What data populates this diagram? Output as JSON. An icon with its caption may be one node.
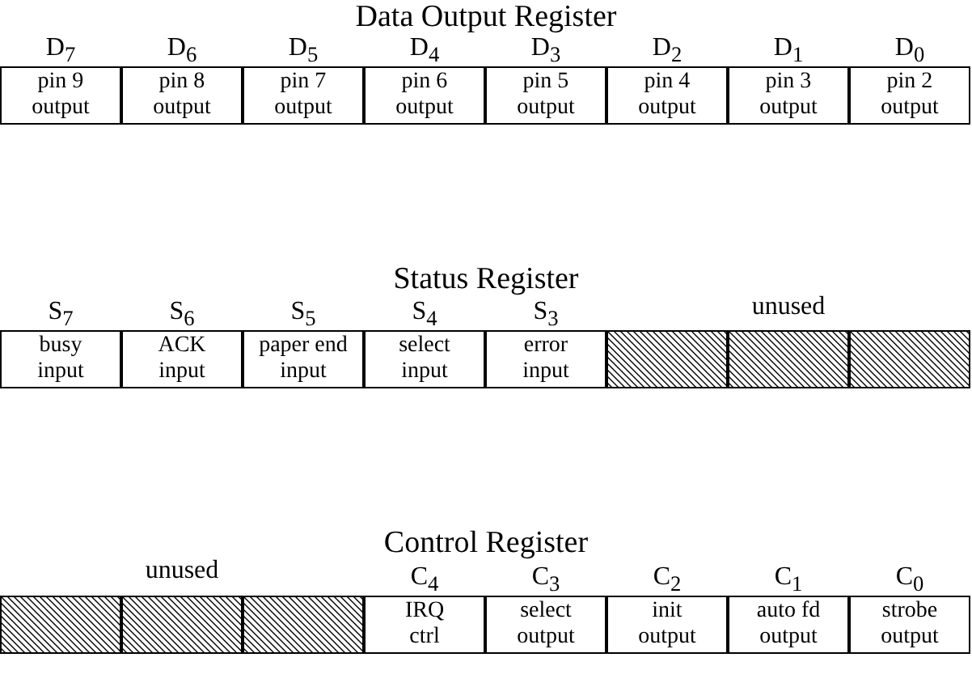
{
  "diagram": {
    "nodes": [
      {
        "text": [
          "D$_{7}$",
          "pin 9 output"
        ]
      },
      {
        "text": [
          "D$_{6}$",
          "pin 8 output"
        ]
      },
      {
        "text": [
          "D$_{5}$",
          "pin 7 output"
        ]
      },
      {
        "text": [
          "D$_{4}$",
          "pin 6 output"
        ]
      },
      {
        "text": [
          "D$_{3}$",
          "pin 5 output"
        ]
      },
      {
        "text": [
          "D$_{2}$",
          "pin 4 output"
        ]
      },
      {
        "text": [
          "D$_{1}$",
          "pin 3 output"
        ]
      },
      {
        "text": [
          "D$_{0}$",
          "pin 2 output"
        ]
      },
      {
        "text": [
          "S$_{7}$",
          "busy input"
        ]
      },
      {
        "text": [
          "S$_{6}$",
          "ACK input"
        ]
      },
      {
        "text": [
          "S$_{5}$",
          "paper end input"
        ]
      },
      {
        "text": [
          "S$_{4}$",
          "select input"
        ]
      },
      {
        "text": [
          "S$_{3}$",
          "error input"
        ]
      },
      {
        "text": [],
        "shape": "box"
      },
      {
        "text": [],
        "shape": "box"
      },
      {
        "text": [],
        "shape": "box"
      },
      {
        "text": [],
        "shape": "box"
      },
      {
        "text": [],
        "shape": "box"
      },
      {
        "text": [],
        "shape": "box"
      },
      {
        "text": [
          "C$_{4}$",
          "IRQ ctrl"
        ]
      },
      {
        "text": [
          "C$_{3}$",
          "select output"
        ]
      },
      {
        "text": [
          "C$_{2}$",
          "init output"
        ]
      },
      {
        "text": [
          "C$_{1}$",
          "auto fd output"
        ]
      },
      {
        "text": [
          "C$_{0}$",
          "strobe output"
        ]
      }
    ],
    "labels": [
      "Data Output Register",
      "Status Register",
      "unused",
      "Control Register",
      "unused"
    ]
  }
}
